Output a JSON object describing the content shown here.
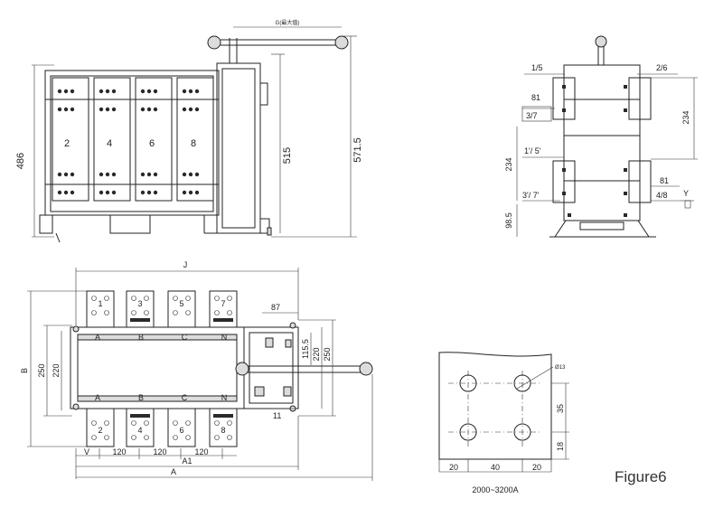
{
  "front_view": {
    "pole_numbers": [
      "2",
      "4",
      "6",
      "8"
    ],
    "dim_height": "486",
    "dim_515": "515",
    "dim_571": "571.5",
    "handle_label": "G(最大值)"
  },
  "side_view": {
    "terminal_15": "1/5",
    "terminal_26": "2/6",
    "terminal_37": "3/7",
    "terminal_15b": "1'/ 5'",
    "terminal_37b": "3'/ 7'",
    "terminal_48": "4/8",
    "dim_81_top": "81",
    "dim_81_bottom": "81",
    "dim_234_right": "234",
    "dim_234_left": "234",
    "dim_98": "98.5",
    "y_label": "Y"
  },
  "top_view": {
    "dim_J": "J",
    "dim_B": "B",
    "dim_250_left": "250",
    "dim_220_left": "220",
    "dim_87": "87",
    "dim_115": "115.5",
    "dim_220_right": "220",
    "dim_250_right": "250",
    "dim_11": "11",
    "top_poles": [
      "1",
      "3",
      "5",
      "7"
    ],
    "bottom_poles": [
      "2",
      "4",
      "6",
      "8"
    ],
    "phase_top": [
      "A",
      "B",
      "C",
      "N"
    ],
    "phase_bottom": [
      "A",
      "B",
      "C",
      "N"
    ],
    "dim_V": "V",
    "pitch": [
      "120",
      "120",
      "120"
    ],
    "dim_A1": "A1",
    "dim_A": "A"
  },
  "hole_detail": {
    "hole_label": "Ø13",
    "dim_35": "35",
    "dim_18": "18",
    "bottom_dims": [
      "20",
      "40",
      "20"
    ],
    "range_caption": "2000~3200A"
  },
  "figure_label": "Figure6"
}
